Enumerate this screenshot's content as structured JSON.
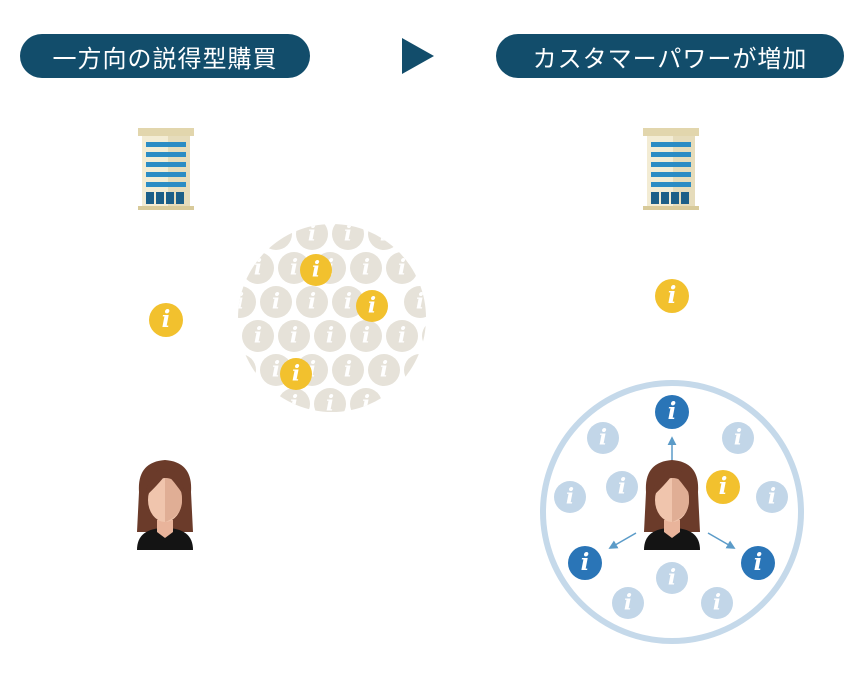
{
  "labels": {
    "left": "一方向の説得型購買",
    "right": "カスタマーパワーが増加"
  },
  "icons": {
    "arrow": "play-arrow-icon",
    "company": "office-building-icon",
    "info": "info-icon",
    "person": "woman-avatar-icon"
  },
  "colors": {
    "navy": "#124d6b",
    "yellow": "#f2c12e",
    "beige": "#e6e2d9",
    "blue_dark": "#2a75b7",
    "blue_light": "#c2d6e8",
    "ring": "#c5d9ea",
    "arrow_small": "#5b9bc8"
  },
  "info_glyph": "i"
}
